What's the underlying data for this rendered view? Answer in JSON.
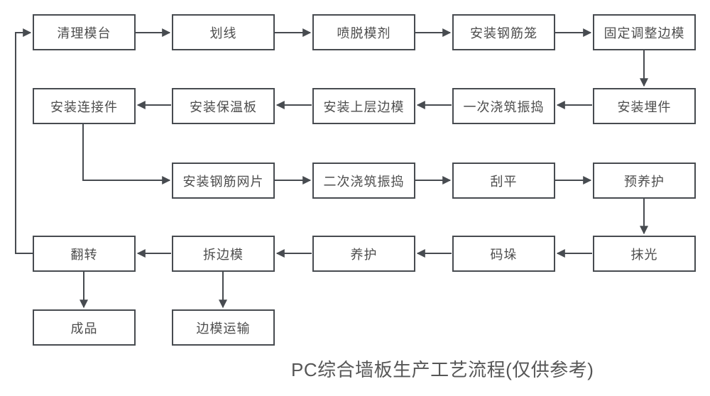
{
  "diagram": {
    "caption": "PC综合墙板生产工艺流程(仅供参考)",
    "colors": {
      "line": "#474b50",
      "node_border": "#474b50",
      "node_fill": "#ffffff",
      "text": "#4d4d4d",
      "caption_text": "#565656",
      "background": "#ffffff"
    },
    "nodes": [
      {
        "id": "clean-mold-table",
        "label": "清理模台"
      },
      {
        "id": "marking",
        "label": "划线"
      },
      {
        "id": "spray-release-agent",
        "label": "喷脱模剂"
      },
      {
        "id": "install-rebar-cage",
        "label": "安装钢筋笼"
      },
      {
        "id": "fix-adjust-side-forms",
        "label": "固定调整边模"
      },
      {
        "id": "install-embedded-parts",
        "label": "安装埋件"
      },
      {
        "id": "first-pour-vibrate",
        "label": "一次浇筑振捣"
      },
      {
        "id": "install-upper-side-forms",
        "label": "安装上层边模"
      },
      {
        "id": "install-insulation-board",
        "label": "安装保温板"
      },
      {
        "id": "install-connectors",
        "label": "安装连接件"
      },
      {
        "id": "install-rebar-mesh",
        "label": "安装钢筋网片"
      },
      {
        "id": "second-pour-vibrate",
        "label": "二次浇筑振捣"
      },
      {
        "id": "screed-level",
        "label": "刮平"
      },
      {
        "id": "pre-curing",
        "label": "预养护"
      },
      {
        "id": "trowel-finish",
        "label": "抹光"
      },
      {
        "id": "stacking",
        "label": "码垛"
      },
      {
        "id": "curing",
        "label": "养护"
      },
      {
        "id": "remove-side-forms",
        "label": "拆边模"
      },
      {
        "id": "flip-over",
        "label": "翻转"
      },
      {
        "id": "finished-product",
        "label": "成品"
      },
      {
        "id": "side-form-transport",
        "label": "边模运输"
      }
    ],
    "edges": [
      "清理模台→划线",
      "划线→喷脱模剂",
      "喷脱模剂→安装钢筋笼",
      "安装钢筋笼→固定调整边模",
      "固定调整边模→安装埋件",
      "安装埋件→一次浇筑振捣",
      "一次浇筑振捣→安装上层边模",
      "安装上层边模→安装保温板",
      "安装保温板→安装连接件",
      "安装连接件→安装钢筋网片",
      "安装钢筋网片→二次浇筑振捣",
      "二次浇筑振捣→刮平",
      "刮平→预养护",
      "预养护→抹光",
      "抹光→码垛",
      "码垛→养护",
      "养护→拆边模",
      "拆边模→翻转",
      "翻转→成品",
      "拆边模→边模运输",
      "翻转→清理模台"
    ]
  }
}
